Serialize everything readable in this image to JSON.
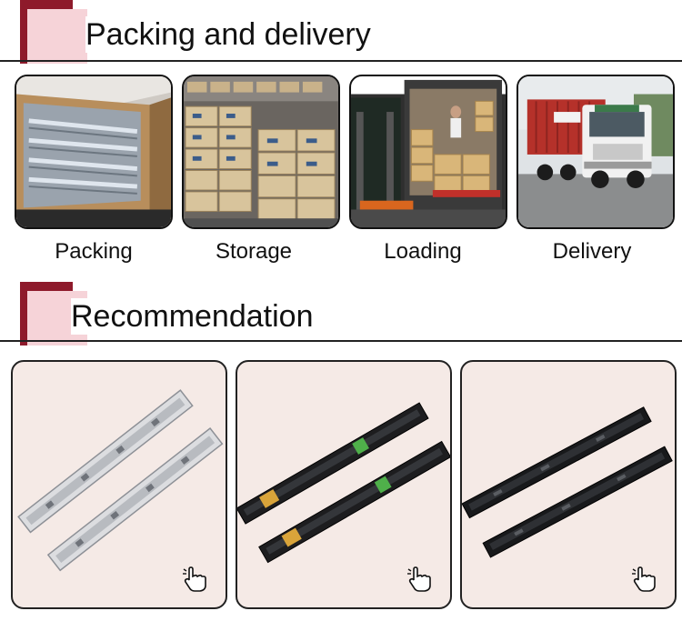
{
  "sections": {
    "packing": {
      "title": "Packing and delivery"
    },
    "recommendation": {
      "title": "Recommendation"
    }
  },
  "photos": [
    {
      "caption": "Packing",
      "icon": "cardboard-box-photo"
    },
    {
      "caption": "Storage",
      "icon": "warehouse-shelves-photo"
    },
    {
      "caption": "Loading",
      "icon": "container-loading-photo"
    },
    {
      "caption": "Delivery",
      "icon": "truck-photo"
    }
  ],
  "products": [
    {
      "icon": "silver-drawer-slide-photo",
      "pointer": "hand-pointer-icon"
    },
    {
      "icon": "black-soft-close-slide-photo",
      "pointer": "hand-pointer-icon"
    },
    {
      "icon": "black-drawer-slide-photo",
      "pointer": "hand-pointer-icon"
    }
  ],
  "colors": {
    "accent_dark": "#8e1a2b",
    "accent_light": "#f6d3d8",
    "card_background": "#f5eae6",
    "truck_container": "#b5312a"
  }
}
